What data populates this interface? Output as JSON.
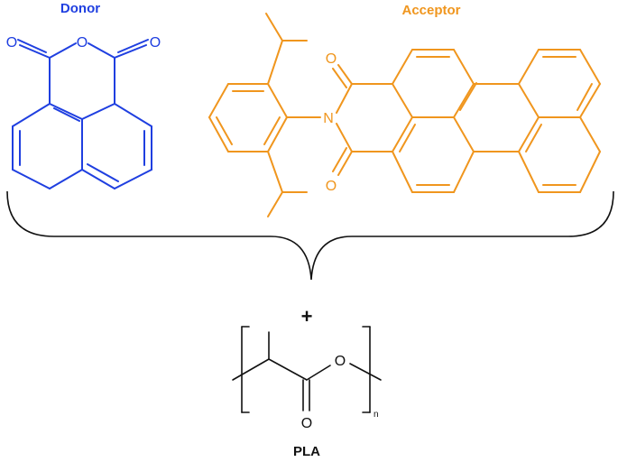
{
  "colors": {
    "donor": "#1f3fe0",
    "acceptor": "#f0961e",
    "polymer": "#111111"
  },
  "donor": {
    "label": "Donor",
    "atoms": {
      "o_ring": "O",
      "o_left": "O",
      "o_right": "O"
    }
  },
  "acceptor": {
    "label": "Acceptor",
    "atoms": {
      "o_top": "O",
      "n": "N",
      "o_bottom": "O"
    }
  },
  "connector": {
    "plus": "+"
  },
  "polymer": {
    "label": "PLA",
    "atoms": {
      "o_ester": "O",
      "o_carbonyl": "O"
    },
    "subscript": "n"
  }
}
